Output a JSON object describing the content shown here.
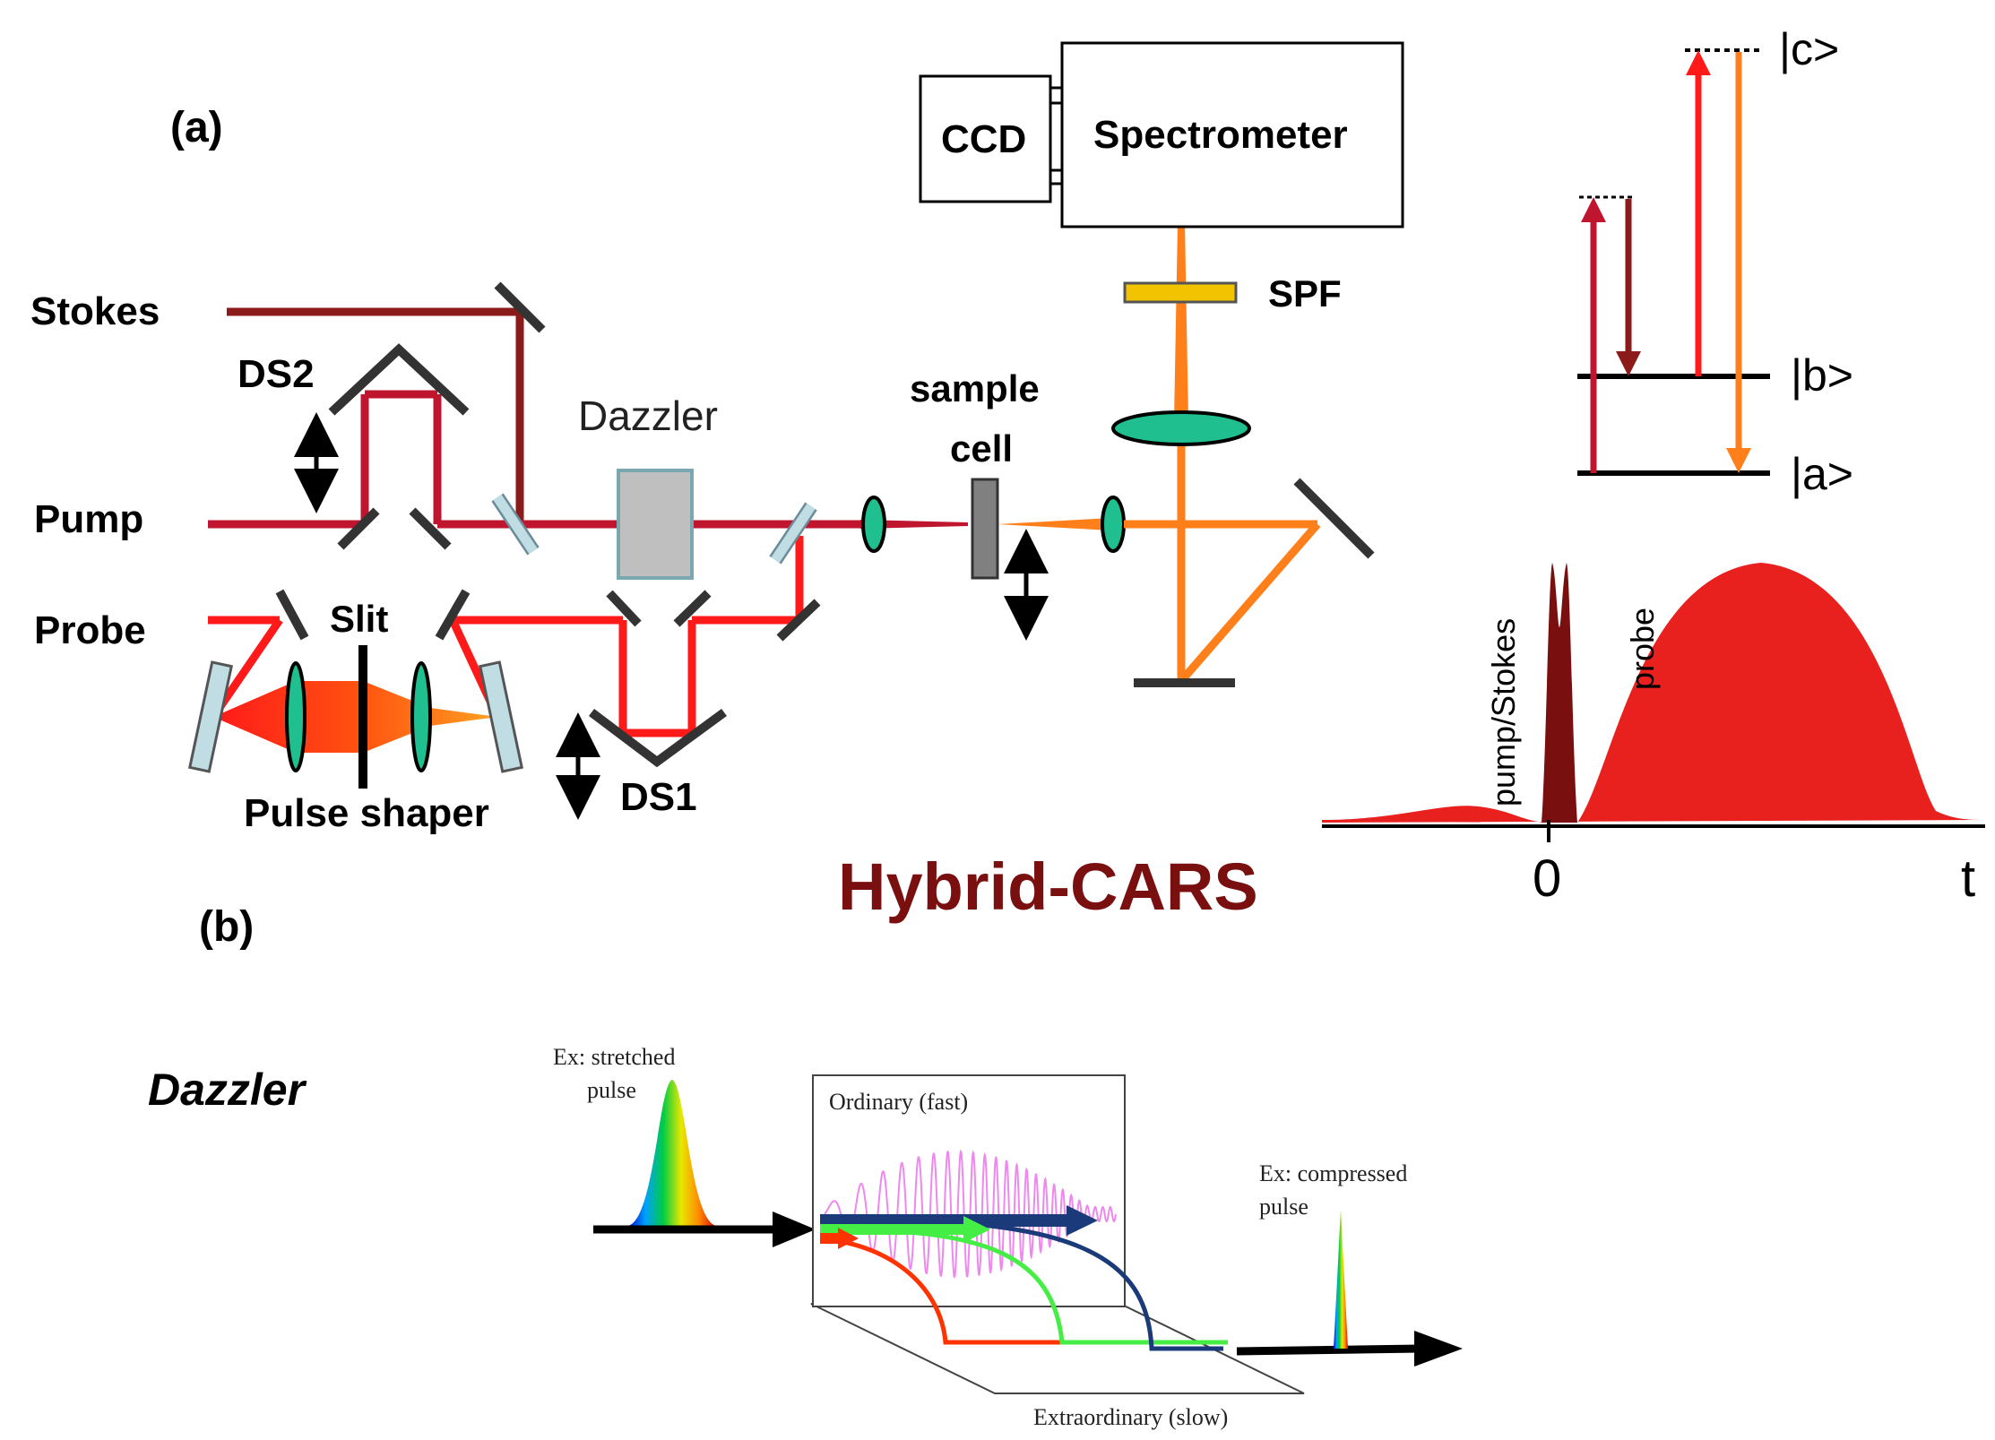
{
  "panel_labels": {
    "a": "(a)",
    "b": "(b)"
  },
  "beams": {
    "stokes": "Stokes",
    "pump": "Pump",
    "probe": "Probe"
  },
  "components": {
    "ccd": "CCD",
    "spectrometer": "Spectrometer",
    "spf": "SPF",
    "sample": "sample",
    "cell": "cell",
    "dazzler": "Dazzler",
    "ds1": "DS1",
    "ds2": "DS2",
    "slit": "Slit",
    "pulse_shaper": "Pulse shaper"
  },
  "energy_levels": {
    "c": "|c>",
    "b": "|b>",
    "a": "|a>"
  },
  "timing": {
    "pump_stokes": "pump/Stokes",
    "probe": "probe",
    "zero": "0",
    "t": "t"
  },
  "hybrid_title": "Hybrid-CARS",
  "dazzler_panel": {
    "label": "Dazzler",
    "stretched_1": "Ex: stretched",
    "stretched_2": "pulse",
    "ordinary": "Ordinary (fast)",
    "extraordinary": "Extraordinary (slow)",
    "compressed_1": "Ex: compressed",
    "compressed_2": "pulse"
  },
  "colors": {
    "stokes": "#8B1A1A",
    "pump": "#C0152F",
    "probe": "#FF1A1A",
    "signal": "#FF7F1A",
    "title": "#7A0F0F",
    "lens": "#1FBF8F",
    "spf": "#F2C300",
    "mirror": "#333333"
  }
}
